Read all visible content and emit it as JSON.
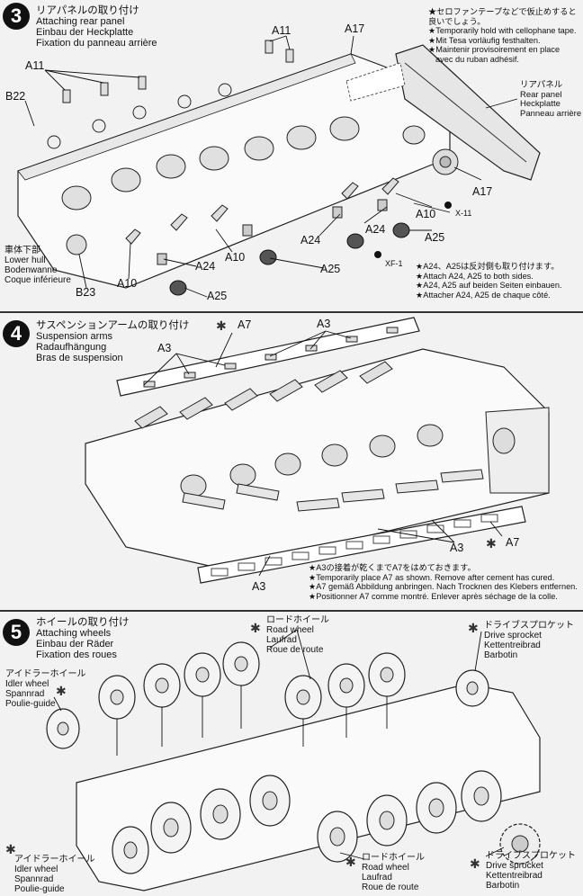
{
  "step3": {
    "number": "3",
    "title_jp": "リアパネルの取り付け",
    "title_en": "Attaching rear panel",
    "title_de": "Einbau der Heckplatte",
    "title_fr": "Fixation du panneau arrière",
    "labels": {
      "a11_top": "A11",
      "a17_top": "A17",
      "a11_left": "A11",
      "b22": "B22",
      "a17_right": "A17",
      "a10_right": "A10",
      "x11": "X-11",
      "a25_right": "A25",
      "a24_mid1": "A24",
      "a24_mid2": "A24",
      "xf1": "XF-1",
      "a25_mid": "A25",
      "a10_mid": "A10",
      "a24_low": "A24",
      "a10_left": "A10",
      "b23": "B23",
      "a25_low": "A25"
    },
    "tape_note": [
      "★セロファンテープなどで仮止めすると",
      "良いでしょう。",
      "★Temporarily hold with cellophane tape.",
      "★Mit Tesa vorläufig festhalten.",
      "★Maintenir provisoirement en place",
      "avec du ruban adhésif."
    ],
    "rear_panel": [
      "リアパネル",
      "Rear panel",
      "Heckplatte",
      "Panneau arrière"
    ],
    "lower_hull": [
      "車体下部",
      "Lower hull",
      "Bodenwanne",
      "Coque inférieure"
    ],
    "both_sides_note": [
      "★A24、A25は反対側も取り付けます。",
      "★Attach A24, A25 to both sides.",
      "★A24, A25 auf beiden Seiten einbauen.",
      "★Attacher A24, A25 de chaque côté."
    ]
  },
  "step4": {
    "number": "4",
    "title_jp": "サスペンションアームの取り付け",
    "title_en": "Suspension arms",
    "title_de": "Radaufhängung",
    "title_fr": "Bras de suspension",
    "labels": {
      "a7_top": "A7",
      "a3_top": "A3",
      "a3_left": "A3",
      "a3_bottom_right": "A3",
      "a7_right": "A7",
      "a3_bottom": "A3"
    },
    "note": [
      "★A3の接着が乾くまでA7をはめておきます。",
      "★Temporarily place A7 as shown. Remove after cement has cured.",
      "★A7 gemäß Abbildung anbringen. Nach Trocknen des Klebers entfernen.",
      "★Positionner A7 comme montré. Enlever après séchage de la colle."
    ]
  },
  "step5": {
    "number": "5",
    "title_jp": "ホイールの取り付け",
    "title_en": "Attaching wheels",
    "title_de": "Einbau der Räder",
    "title_fr": "Fixation des roues",
    "road_wheel_top": [
      "ロードホイール",
      "Road wheel",
      "Laufrad",
      "Roue de route"
    ],
    "drive_sprocket_top": [
      "ドライブスプロケット",
      "Drive sprocket",
      "Kettentreibrad",
      "Barbotin"
    ],
    "idler_top": [
      "アイドラーホイール",
      "Idler wheel",
      "Spannrad",
      "Poulie-guide"
    ],
    "idler_bottom": [
      "アイドラーホイール",
      "Idler wheel",
      "Spannrad",
      "Poulie-guide"
    ],
    "road_wheel_bottom": [
      "ロードホイール",
      "Road wheel",
      "Laufrad",
      "Roue de route"
    ],
    "drive_sprocket_bottom": [
      "ドライブスプロケット",
      "Drive sprocket",
      "Kettentreibrad",
      "Barbotin"
    ]
  }
}
